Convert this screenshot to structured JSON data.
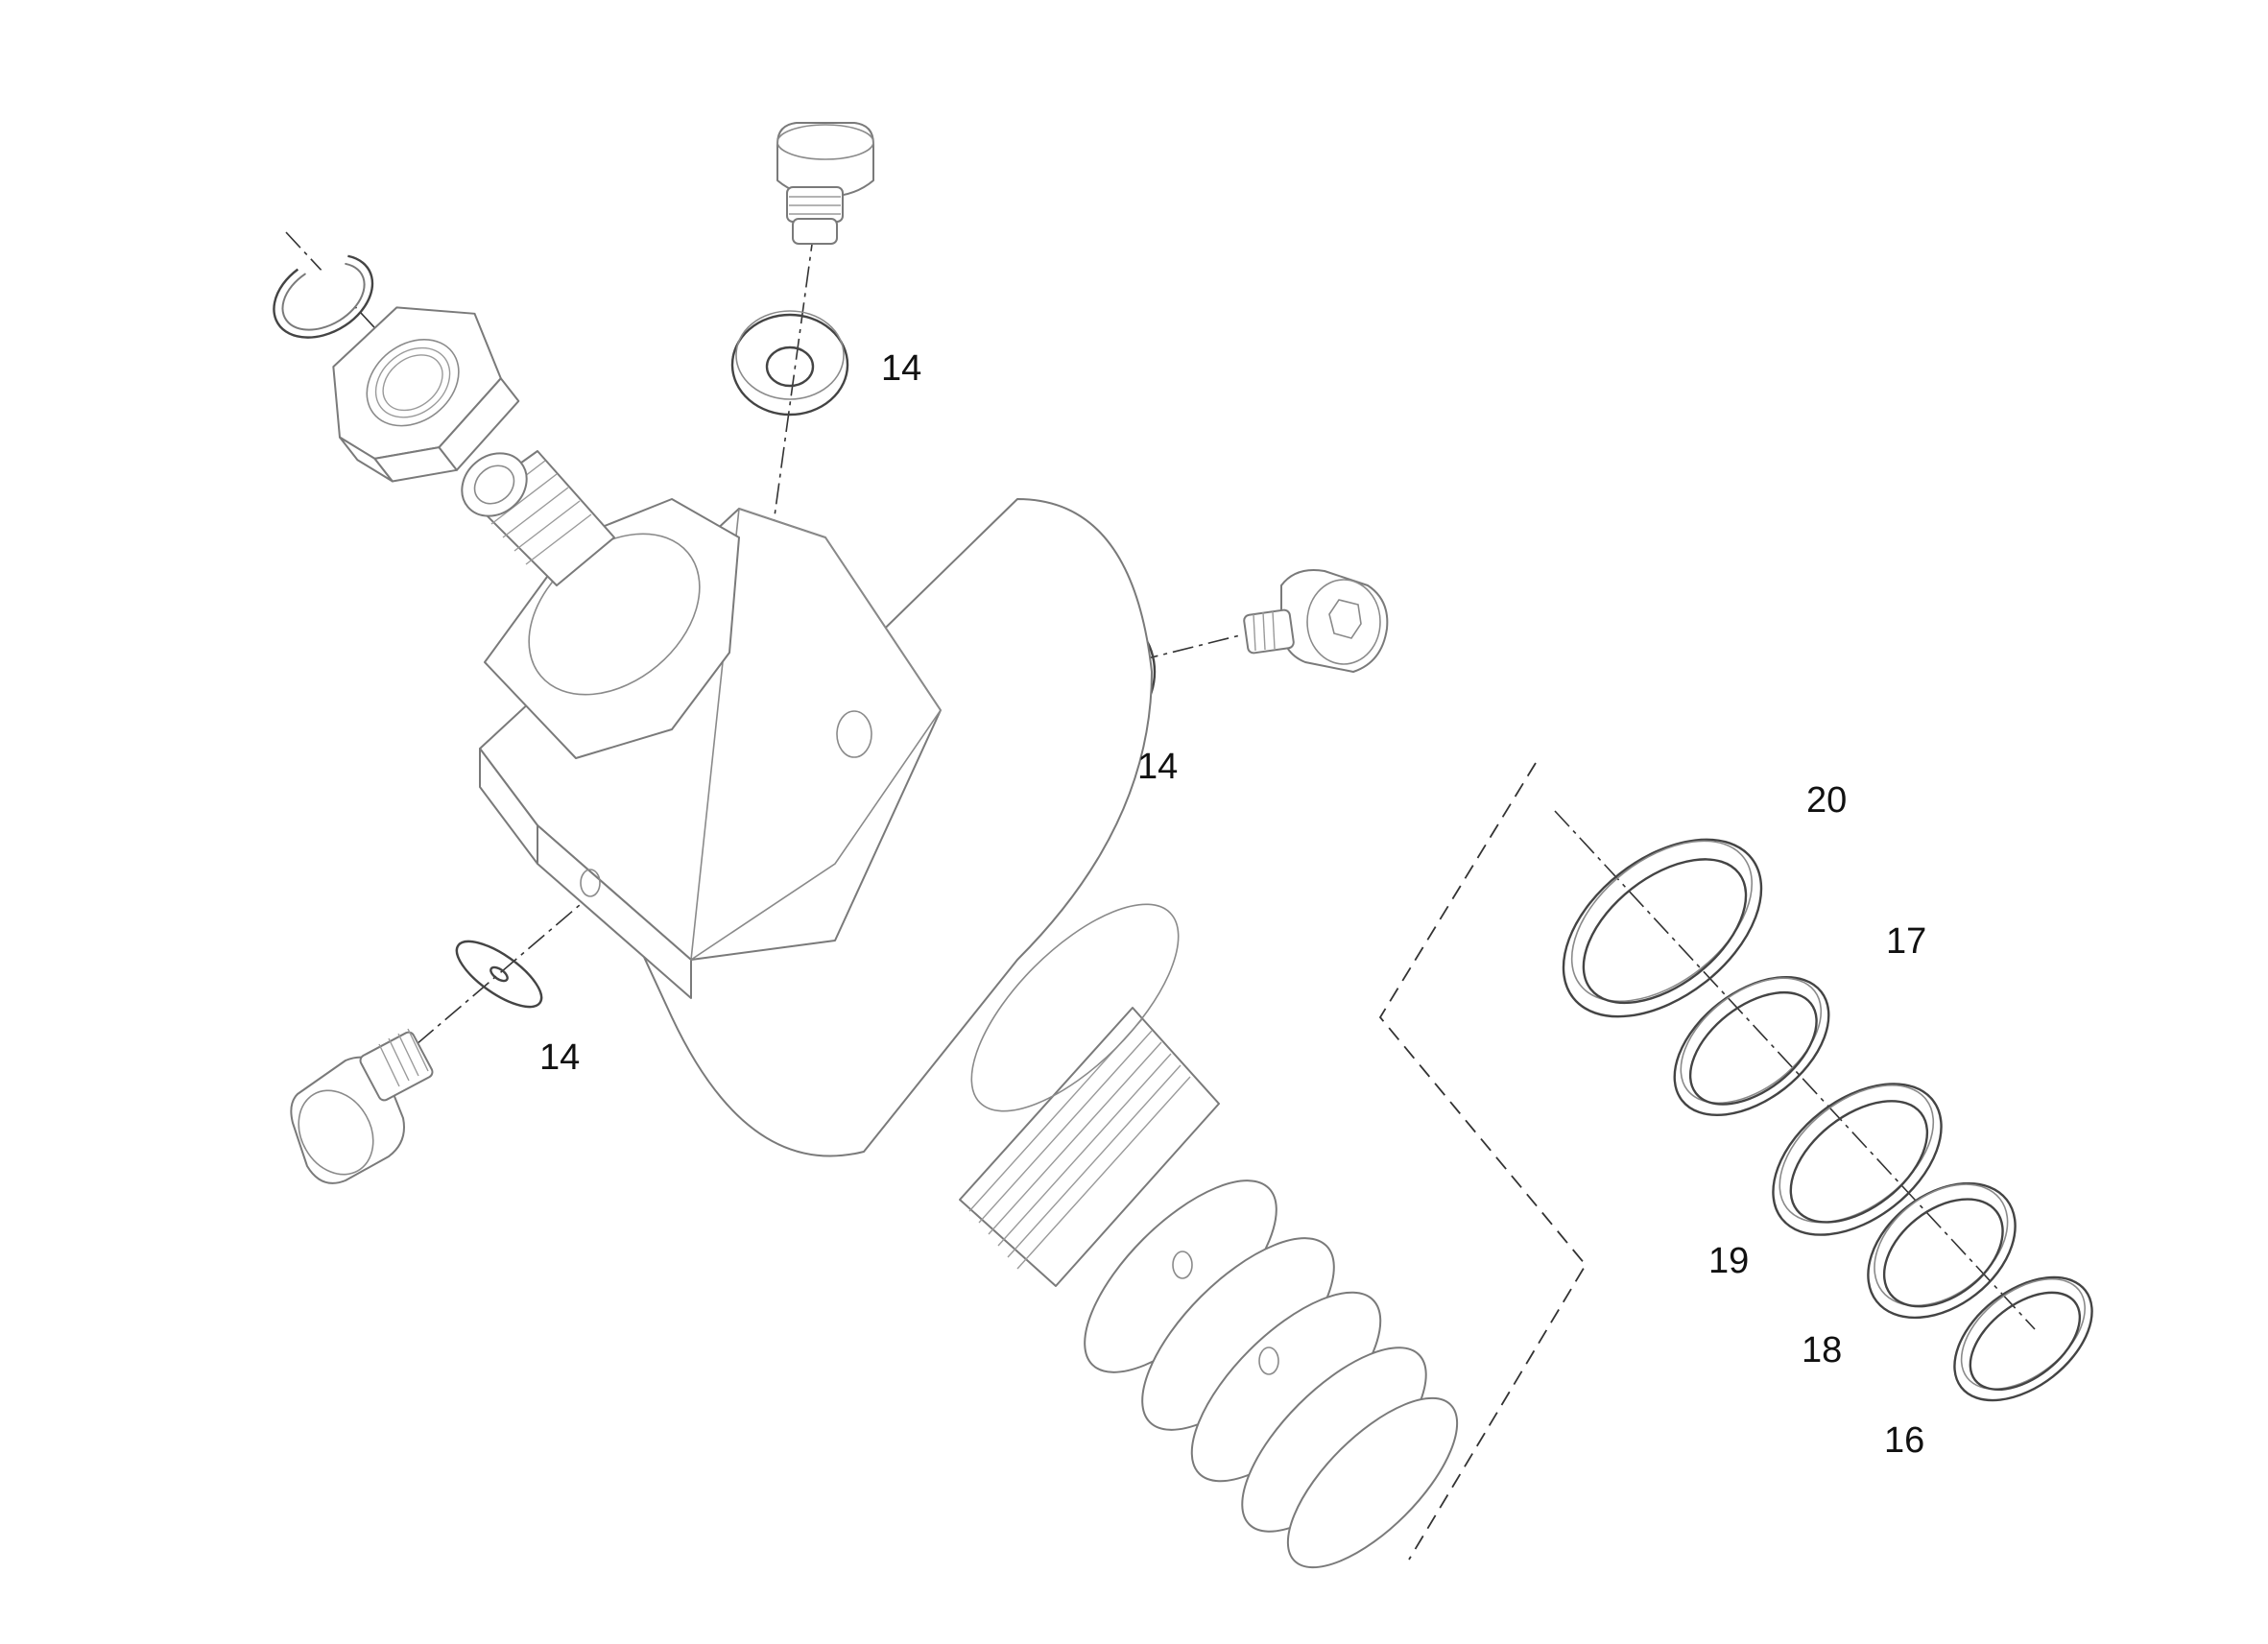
{
  "callouts": {
    "washer_top": "14",
    "washer_right": "14",
    "washer_left": "14",
    "seal_20": "20",
    "seal_17": "17",
    "seal_19": "19",
    "seal_18": "18",
    "seal_16": "16"
  },
  "colors": {
    "line": "#7a7a7a",
    "dark_line": "#444444",
    "label": "#111111",
    "background": "#ffffff"
  }
}
